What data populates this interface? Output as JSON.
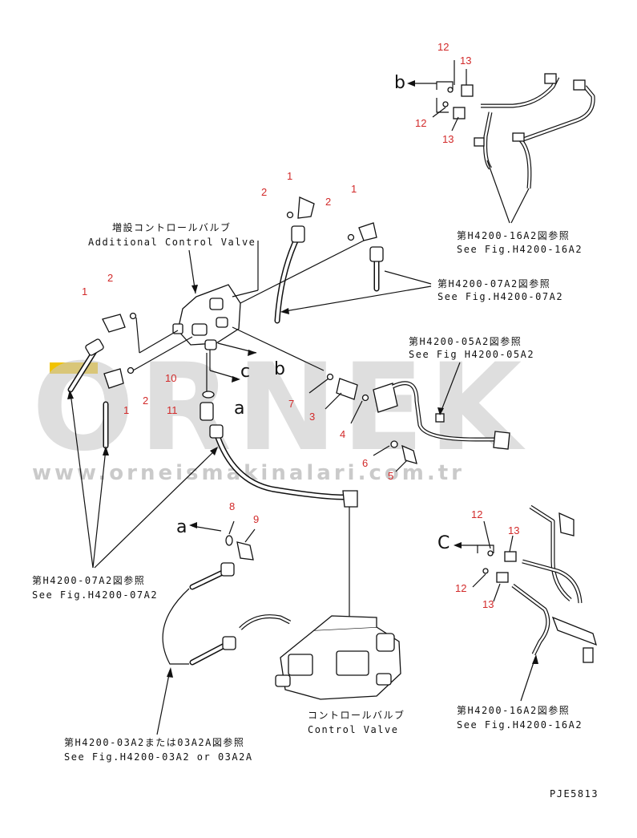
{
  "watermark": {
    "brand": "ORNEK",
    "url": "www.orneismakinalari.com.tr",
    "accent_color": "#f2c300"
  },
  "labels": {
    "additional_valve_jp": "増設コントロールバルブ",
    "additional_valve_en": "Additional Control Valve",
    "control_valve_jp": "コントロールバルブ",
    "control_valve_en": "Control Valve",
    "ref_16a2_top_jp": "第H4200-16A2図参照",
    "ref_16a2_top_en": "See Fig.H4200-16A2",
    "ref_07a2_right_jp": "第H4200-07A2図参照",
    "ref_07a2_right_en": "See Fig.H4200-07A2",
    "ref_05a2_jp": "第H4200-05A2図参照",
    "ref_05a2_en": "See Fig H4200-05A2",
    "ref_07a2_left_jp": "第H4200-07A2図参照",
    "ref_07a2_left_en": "See Fig.H4200-07A2",
    "ref_03a2_jp": "第H4200-03A2または03A2A図参照",
    "ref_03a2_en": "See Fig.H4200-03A2 or 03A2A",
    "ref_16a2_bottom_jp": "第H4200-16A2図参照",
    "ref_16a2_bottom_en": "See Fig.H4200-16A2",
    "drawing_code": "PJE5813"
  },
  "connection_letters": {
    "b_top": "b",
    "c_mid": "c",
    "b_mid": "b",
    "a_mid": "a",
    "a_lower": "a",
    "c_right": "C"
  },
  "part_numbers": {
    "p12_a": "12",
    "p13_a": "13",
    "p12_b": "12",
    "p13_b": "13",
    "p1_a": "1",
    "p2_a": "2",
    "p2_b": "2",
    "p1_b": "1",
    "p1_c": "1",
    "p2_c": "2",
    "p2_d": "2",
    "p1_d": "1",
    "p10": "10",
    "p11": "11",
    "p7": "7",
    "p3": "3",
    "p4": "4",
    "p6": "6",
    "p5": "5",
    "p8": "8",
    "p9": "9",
    "p12_c": "12",
    "p13_c": "13",
    "p12_d": "12",
    "p13_d": "13"
  }
}
